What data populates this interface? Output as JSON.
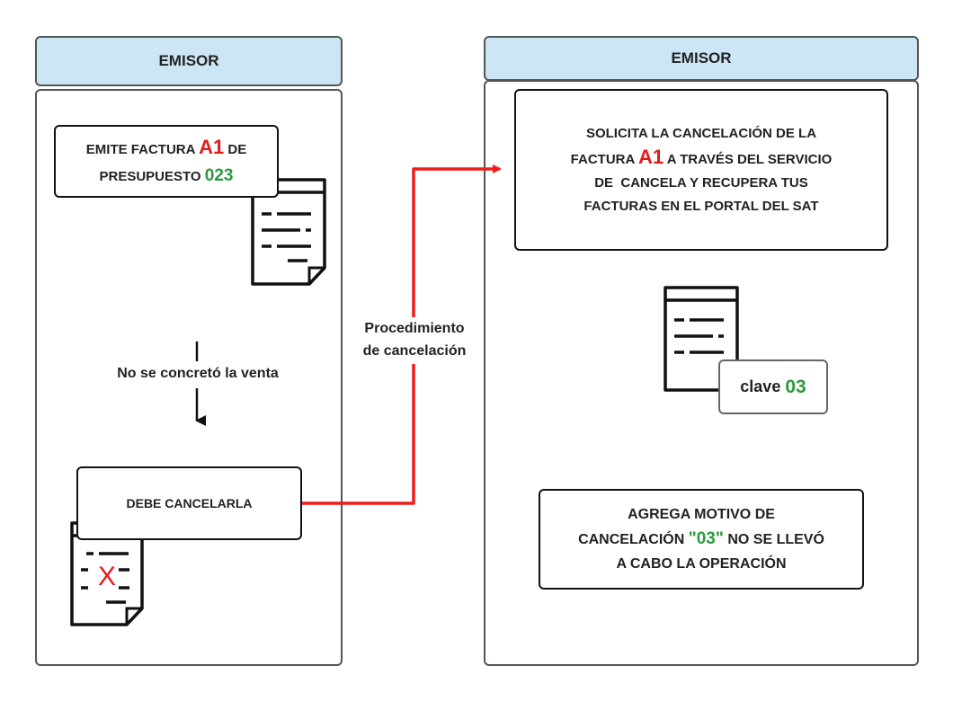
{
  "left_panel": {
    "header": "EMISOR",
    "invoice_box": {
      "line1_prefix": "EMITE FACTURA",
      "invoice_id": "A1",
      "line1_suffix": "DE",
      "line2_prefix": "PRESUPUESTO",
      "budget_id": "023"
    },
    "arrow_label": "No se concretó la venta",
    "cancel_box": "DEBE CANCELARLA",
    "cancel_mark": "X"
  },
  "connector_label": {
    "line1": "Procedimiento",
    "line2": "de cancelación"
  },
  "right_panel": {
    "header": "EMISOR",
    "request_box": {
      "line1": "SOLICITA LA CANCELACIÓN DE LA",
      "line2_prefix": "FACTURA",
      "invoice_id": "A1",
      "line2_suffix": "A TRAVÉS DEL SERVICIO",
      "line3": "DE  CANCELA Y RECUPERA TUS",
      "line4": "FACTURAS EN EL PORTAL DEL SAT"
    },
    "key_badge": {
      "prefix": "clave",
      "value": "03"
    },
    "reason_box": {
      "line1": "AGREGA MOTIVO DE",
      "line2_prefix": "CANCELACIÓN",
      "reason_code": "\"03\"",
      "line2_suffix": "NO SE LLEVÓ",
      "line3": "A CABO LA OPERACIÓN"
    }
  },
  "colors": {
    "header_fill": "#cde6f6",
    "connector": "#ef1c1c",
    "accent_red": "#e21b1b",
    "accent_green": "#2e9a3e"
  },
  "icons": [
    "document-icon",
    "cancelled-document-icon",
    "arrow-down-icon",
    "arrow-right-icon"
  ]
}
